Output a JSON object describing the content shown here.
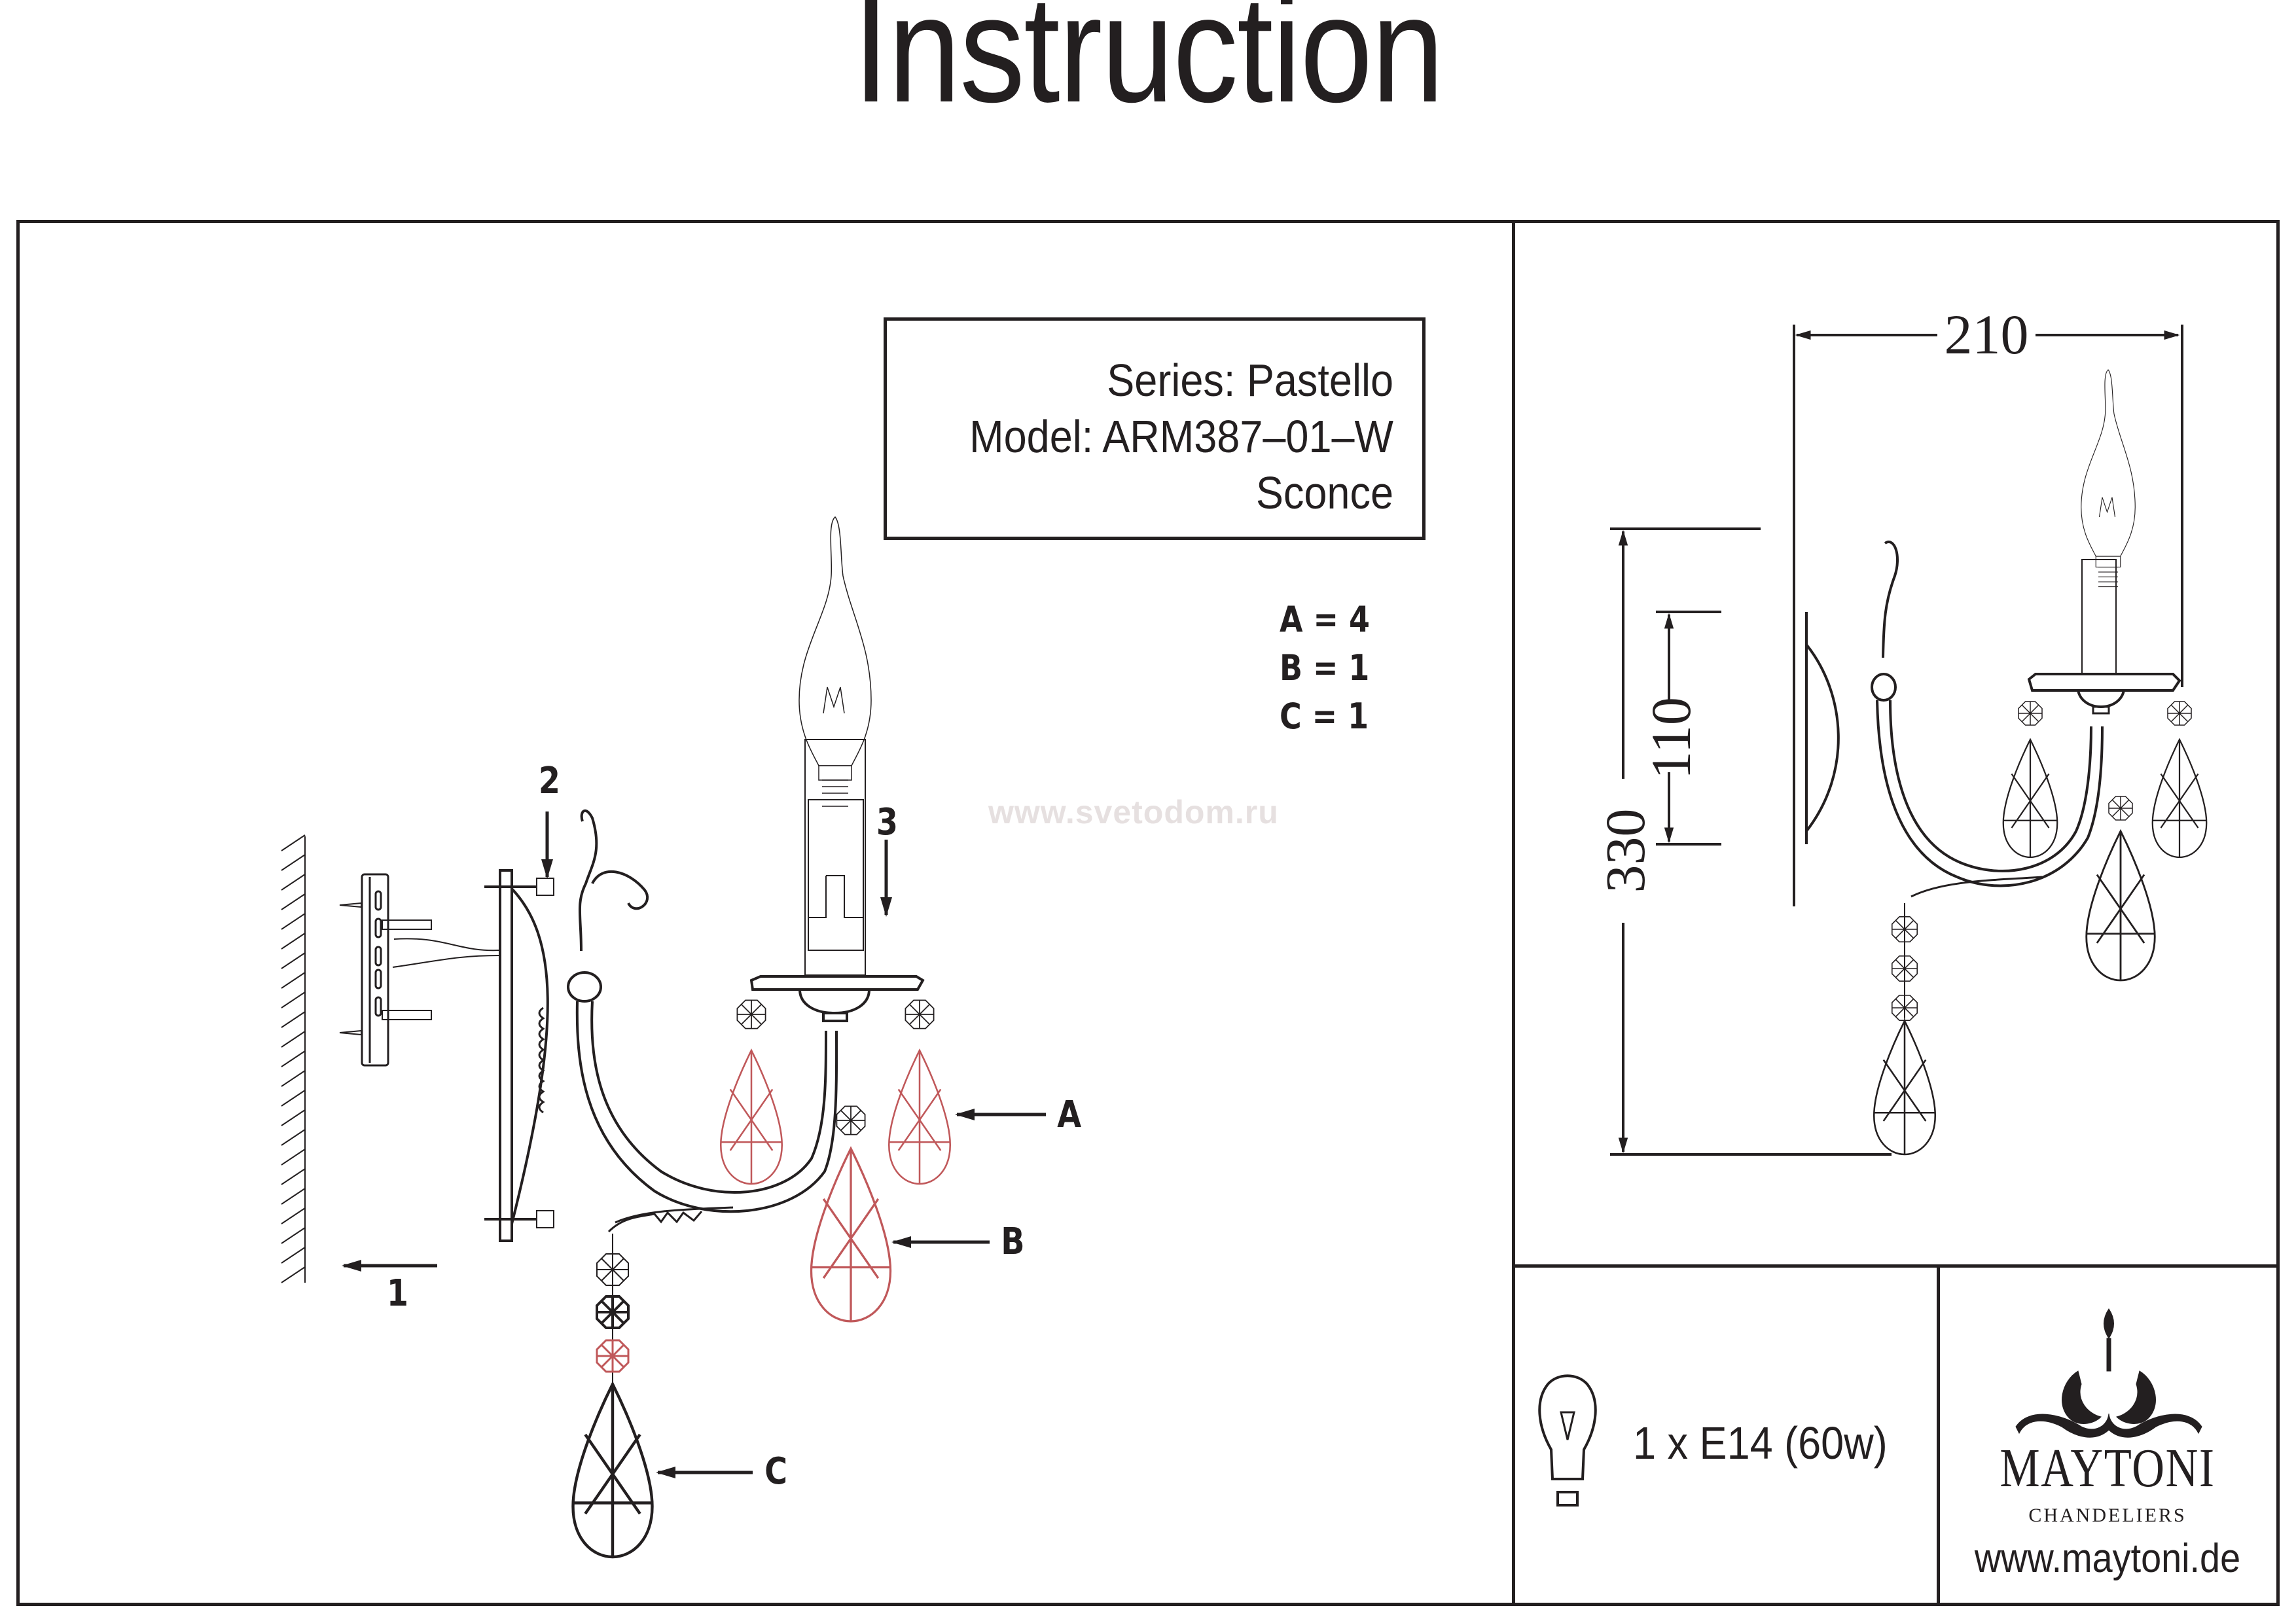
{
  "document": {
    "title": "Instruction"
  },
  "product_info": {
    "series": "Series: Pastello",
    "model": "Model: ARM387–01–W",
    "type": "Sconce"
  },
  "parts_count": [
    {
      "label": "A = 4"
    },
    {
      "label": "B = 1"
    },
    {
      "label": "C = 1"
    }
  ],
  "assembly_steps": {
    "step1": "1",
    "step2": "2",
    "step3": "3"
  },
  "callouts": {
    "a": "A",
    "b": "B",
    "c": "C"
  },
  "watermark": "www.svetodom.ru",
  "dimensions": {
    "width": "210",
    "height_total": "330",
    "height_plate": "110"
  },
  "lamp": {
    "icon": "bulb-icon",
    "spec": "1 x E14 (60w)"
  },
  "brand": {
    "logo": "maytoni-chandelier-logo",
    "name": "MAYTONI",
    "subtitle": "CHANDELIERS",
    "url": "www.maytoni.de"
  },
  "colors": {
    "ink": "#231f20",
    "highlight_crystal": "#c0585a",
    "watermark": "#e6e0e0"
  }
}
